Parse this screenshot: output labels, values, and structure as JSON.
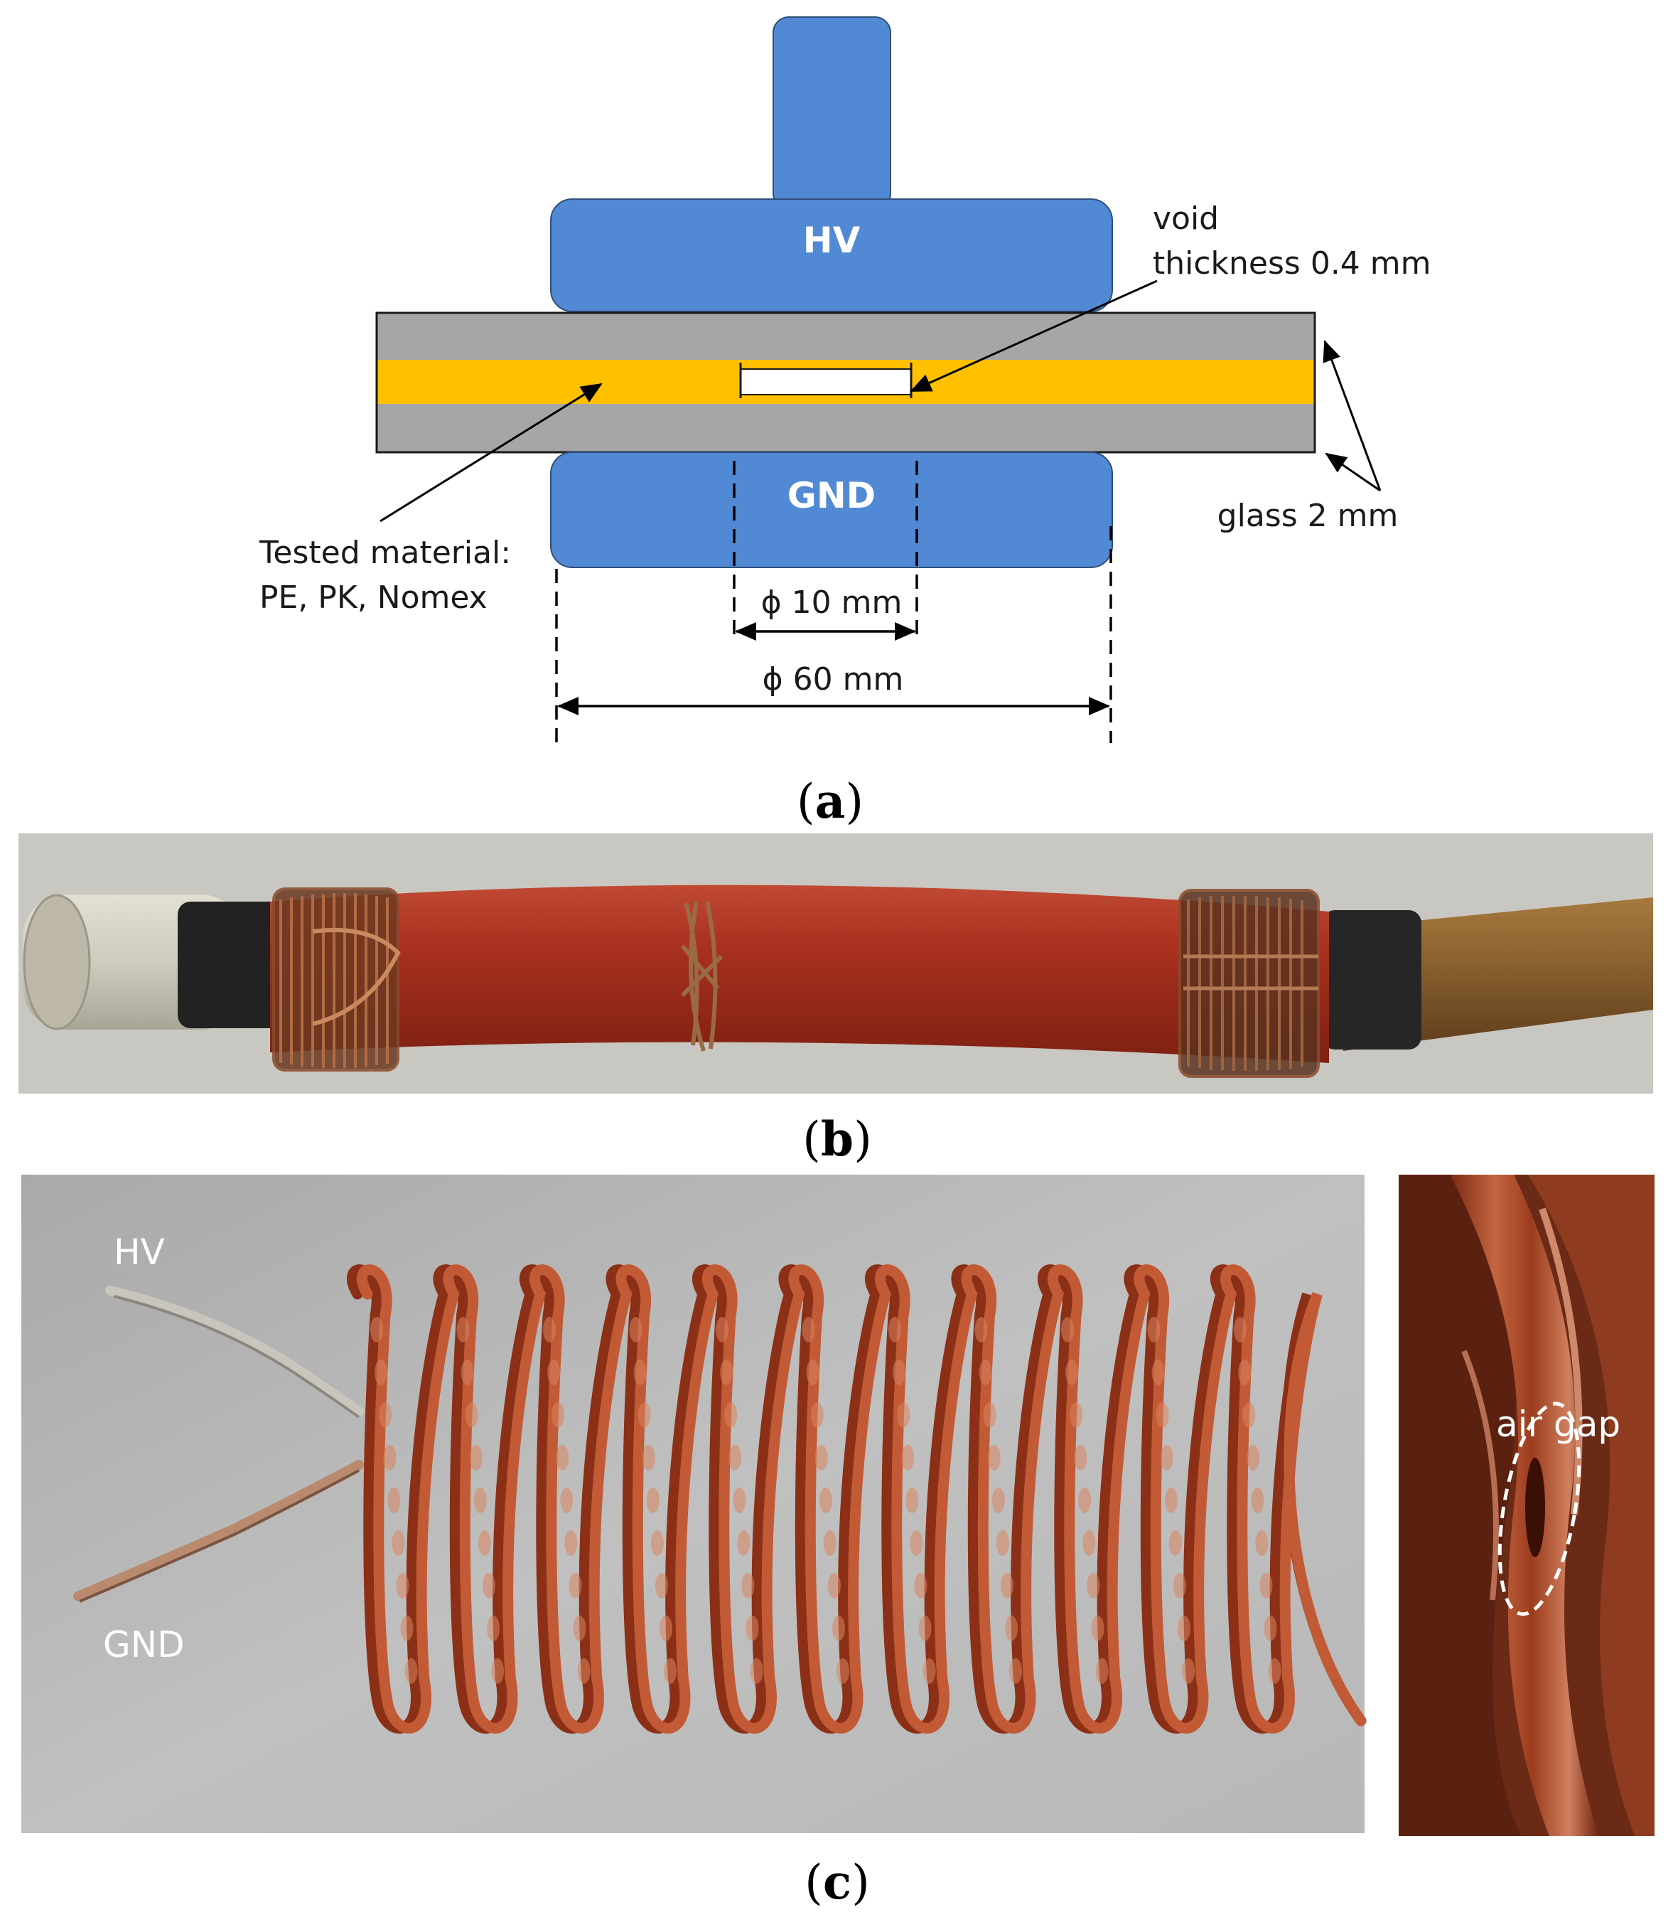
{
  "panel_a": {
    "electrodes": {
      "hv": "HV",
      "gnd": "GND"
    },
    "void_line1": "void",
    "void_line2": "thickness 0.4 mm",
    "material_line1": "Tested material:",
    "material_line2": "PE, PK, Nomex",
    "glass": "glass 2 mm",
    "dim_small": "ϕ 10 mm",
    "dim_large": "ϕ 60 mm",
    "caption": {
      "open": "(",
      "letter": "a",
      "close": ")"
    },
    "colors": {
      "electrode": "#5289D4",
      "glass": "#A6A6A6",
      "material": "#FFC000",
      "void": "#FFFFFF"
    }
  },
  "panel_b": {
    "caption": {
      "open": "(",
      "letter": "b",
      "close": ")"
    },
    "colors": {
      "cable_red": "#A8321F",
      "copper": "#8A4A2A",
      "tape": "#222222",
      "end_white": "#CFCBBE",
      "end_brown": "#8C6230"
    }
  },
  "panel_c": {
    "wire_label_hv": "HV",
    "wire_label_gnd": "GND",
    "zoom_label": "air gap",
    "caption": {
      "open": "(",
      "letter": "c",
      "close": ")"
    },
    "colors": {
      "copper": "#A9472A",
      "background": "#B3B3B3"
    }
  }
}
